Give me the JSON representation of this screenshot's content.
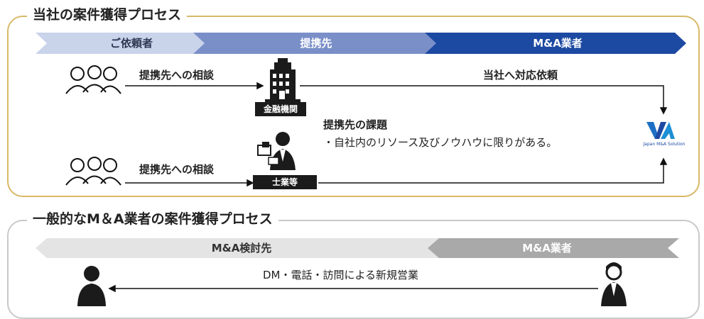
{
  "section1": {
    "title": "当社の案件獲得プロセス",
    "chevrons": [
      "ご依頼者",
      "提携先",
      "M&A業者"
    ],
    "consult_label_top": "提携先への相談",
    "consult_label_bottom": "提携先への相談",
    "request_label": "当社へ対応依頼",
    "bank_label": "金融機関",
    "professional_label": "士業等",
    "issue_title": "提携先の課題",
    "issue_text": "・自社内のリソース及びノウハウに限りがある。",
    "logo_text": "Japan M&A Solution"
  },
  "section2": {
    "title": "一般的なM＆A業者の案件獲得プロセス",
    "chevrons": [
      "M&A検討先",
      "M&A業者"
    ],
    "sales_label": "DM・電話・訪問による新規営業"
  },
  "colors": {
    "chevron1": "#c9d3ea",
    "chevron2": "#7a8fc8",
    "chevron3": "#1c49a2",
    "frame_gold": "#d8b968",
    "frame_gray": "#c9c9c9",
    "chevron_gray_light": "#e4e4e4",
    "chevron_gray_dark": "#a9a9a9"
  }
}
